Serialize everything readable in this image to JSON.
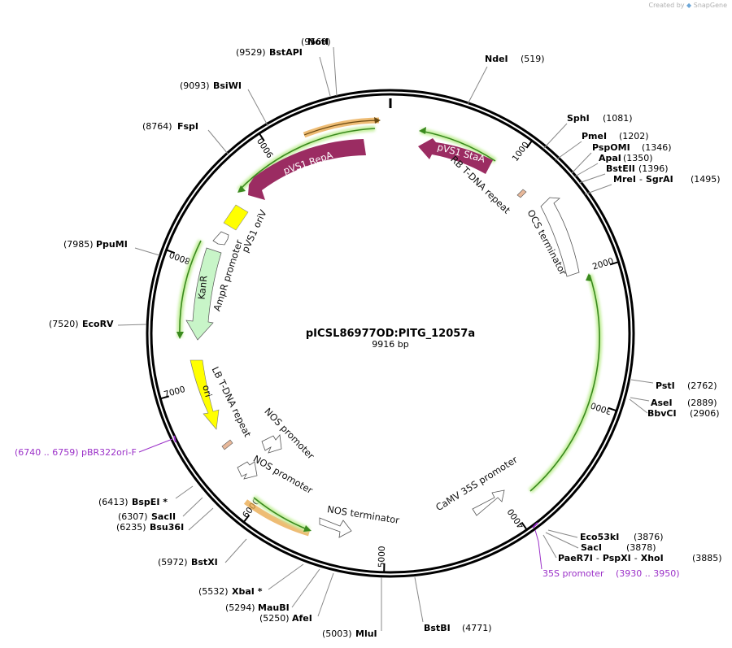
{
  "credit": {
    "prefix": "Created by",
    "brand": "SnapGene"
  },
  "plasmid": {
    "name": "pICSL86977OD:PITG_12057a",
    "size": "9916 bp",
    "length": 9916
  },
  "tick_labels": [
    "1000",
    "2000",
    "3000",
    "4000",
    "5000",
    "6000",
    "7000",
    "8000",
    "9000"
  ],
  "sites": [
    {
      "name": "NotI",
      "pos": "(9569)"
    },
    {
      "name": "BstAPI",
      "pos": "(9529)"
    },
    {
      "name": "BsiWI",
      "pos": "(9093)"
    },
    {
      "name": "FspI",
      "pos": "(8764)"
    },
    {
      "name": "PpuMI",
      "pos": "(7985)"
    },
    {
      "name": "EcoRV",
      "pos": "(7520)"
    },
    {
      "name": "BspEI *",
      "pos": "(6413)"
    },
    {
      "name": "SacII",
      "pos": "(6307)"
    },
    {
      "name": "Bsu36I",
      "pos": "(6235)"
    },
    {
      "name": "BstXI",
      "pos": "(5972)"
    },
    {
      "name": "XbaI *",
      "pos": "(5532)"
    },
    {
      "name": "MauBI",
      "pos": "(5294)"
    },
    {
      "name": "AfeI",
      "pos": "(5250)"
    },
    {
      "name": "MluI",
      "pos": "(5003)"
    },
    {
      "name": "BstBI",
      "pos": "(4771)"
    },
    {
      "name": "NdeI",
      "pos": "(519)"
    },
    {
      "name": "SphI",
      "pos": "(1081)"
    },
    {
      "name": "PmeI",
      "pos": "(1202)"
    },
    {
      "name": "PspOMI",
      "pos": "(1346)"
    },
    {
      "name": "ApaI",
      "pos": "(1350)"
    },
    {
      "name": "BstEII",
      "pos": "(1396)"
    },
    {
      "name": "MreI",
      "sep": "-",
      "name2": "SgrAI",
      "pos": "(1495)"
    },
    {
      "name": "PstI",
      "pos": "(2762)"
    },
    {
      "name": "AseI",
      "pos": "(2889)"
    },
    {
      "name": "BbvCI",
      "pos": "(2906)"
    },
    {
      "name": "Eco53kI",
      "pos": "(3876)"
    },
    {
      "name": "SacI",
      "pos": "(3878)"
    },
    {
      "name": "PaeR7I",
      "sep": "-",
      "name2": "PspXI",
      "sep2": "-",
      "name3": "XhoI",
      "pos": "(3885)"
    }
  ],
  "primers": [
    {
      "name": "pBR322ori-F",
      "pos": "(6740 .. 6759)"
    },
    {
      "name": "35S promoter",
      "pos": "(3930 .. 3950)"
    }
  ],
  "features": [
    {
      "label": "pVS1 RepA",
      "color": "#9b2c62"
    },
    {
      "label": "pVS1 StaA",
      "color": "#9b2c62"
    },
    {
      "label": "pVS1 oriV",
      "color": "#ffff00"
    },
    {
      "label": "KanR",
      "color": "#c8f5c8"
    },
    {
      "label": "AmpR promoter",
      "color": "#ffffff"
    },
    {
      "label": "ori",
      "color": "#ffff00"
    },
    {
      "label": "LB T-DNA repeat",
      "color": "#e8b89a"
    },
    {
      "label": "NOS promoter",
      "color": "#ffffff"
    },
    {
      "label": "NOS promoter",
      "color": "#ffffff"
    },
    {
      "label": "NOS terminator",
      "color": "#ffffff"
    },
    {
      "label": "CaMV 35S promoter",
      "color": "#ffffff"
    },
    {
      "label": "OCS terminator",
      "color": "#ffffff"
    },
    {
      "label": "RB T-DNA repeat",
      "color": "#e8b89a"
    }
  ],
  "colors": {
    "backbone": "#000000",
    "orf_green": "#3a8a1e",
    "orf_glow": "#c7f0a2",
    "orange": "#e8a545",
    "primer": "#9b30c8"
  }
}
